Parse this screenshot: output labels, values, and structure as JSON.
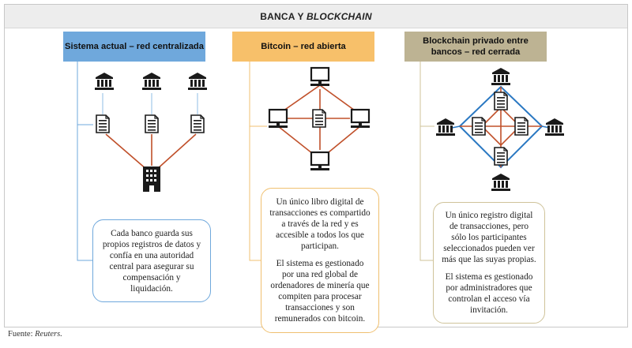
{
  "header": {
    "title_prefix": "BANCA Y ",
    "title_italic": "BLOCKCHAIN"
  },
  "columns": [
    {
      "heading": "Sistema actual – red centralizada",
      "description": [
        "Cada banco guarda sus propios registros de datos y confía en una autoridad central para asegurar su compensación y liquidación."
      ]
    },
    {
      "heading": "Bitcoin – red abierta",
      "description": [
        "Un único libro digital de transacciones es compartido a través de la red y es accesible a todos los que participan.",
        "El sistema es gestionado por una red global de ordenadores de minería que compiten para procesar transacciones y son remunerados con bitcoin."
      ]
    },
    {
      "heading": "Blockchain privado entre bancos – red cerrada",
      "description": [
        "Un único registro digital de transacciones, pero sólo los participantes seleccionados pueden ver más que las suyas propias.",
        "El sistema es gestionado por administradores que controlan el acceso vía invitación."
      ]
    }
  ],
  "source": {
    "prefix": "Fuente: ",
    "name": "Reuters."
  },
  "colors": {
    "blue": "#6fa8dc",
    "orange": "#f7c06a",
    "khaki": "#bdb393",
    "link_red": "#c0502a",
    "diamond_blue": "#2a78c2",
    "icon": "#1a1a1a"
  },
  "icons": [
    "bank-icon",
    "document-icon",
    "central-building-icon",
    "computer-icon"
  ]
}
